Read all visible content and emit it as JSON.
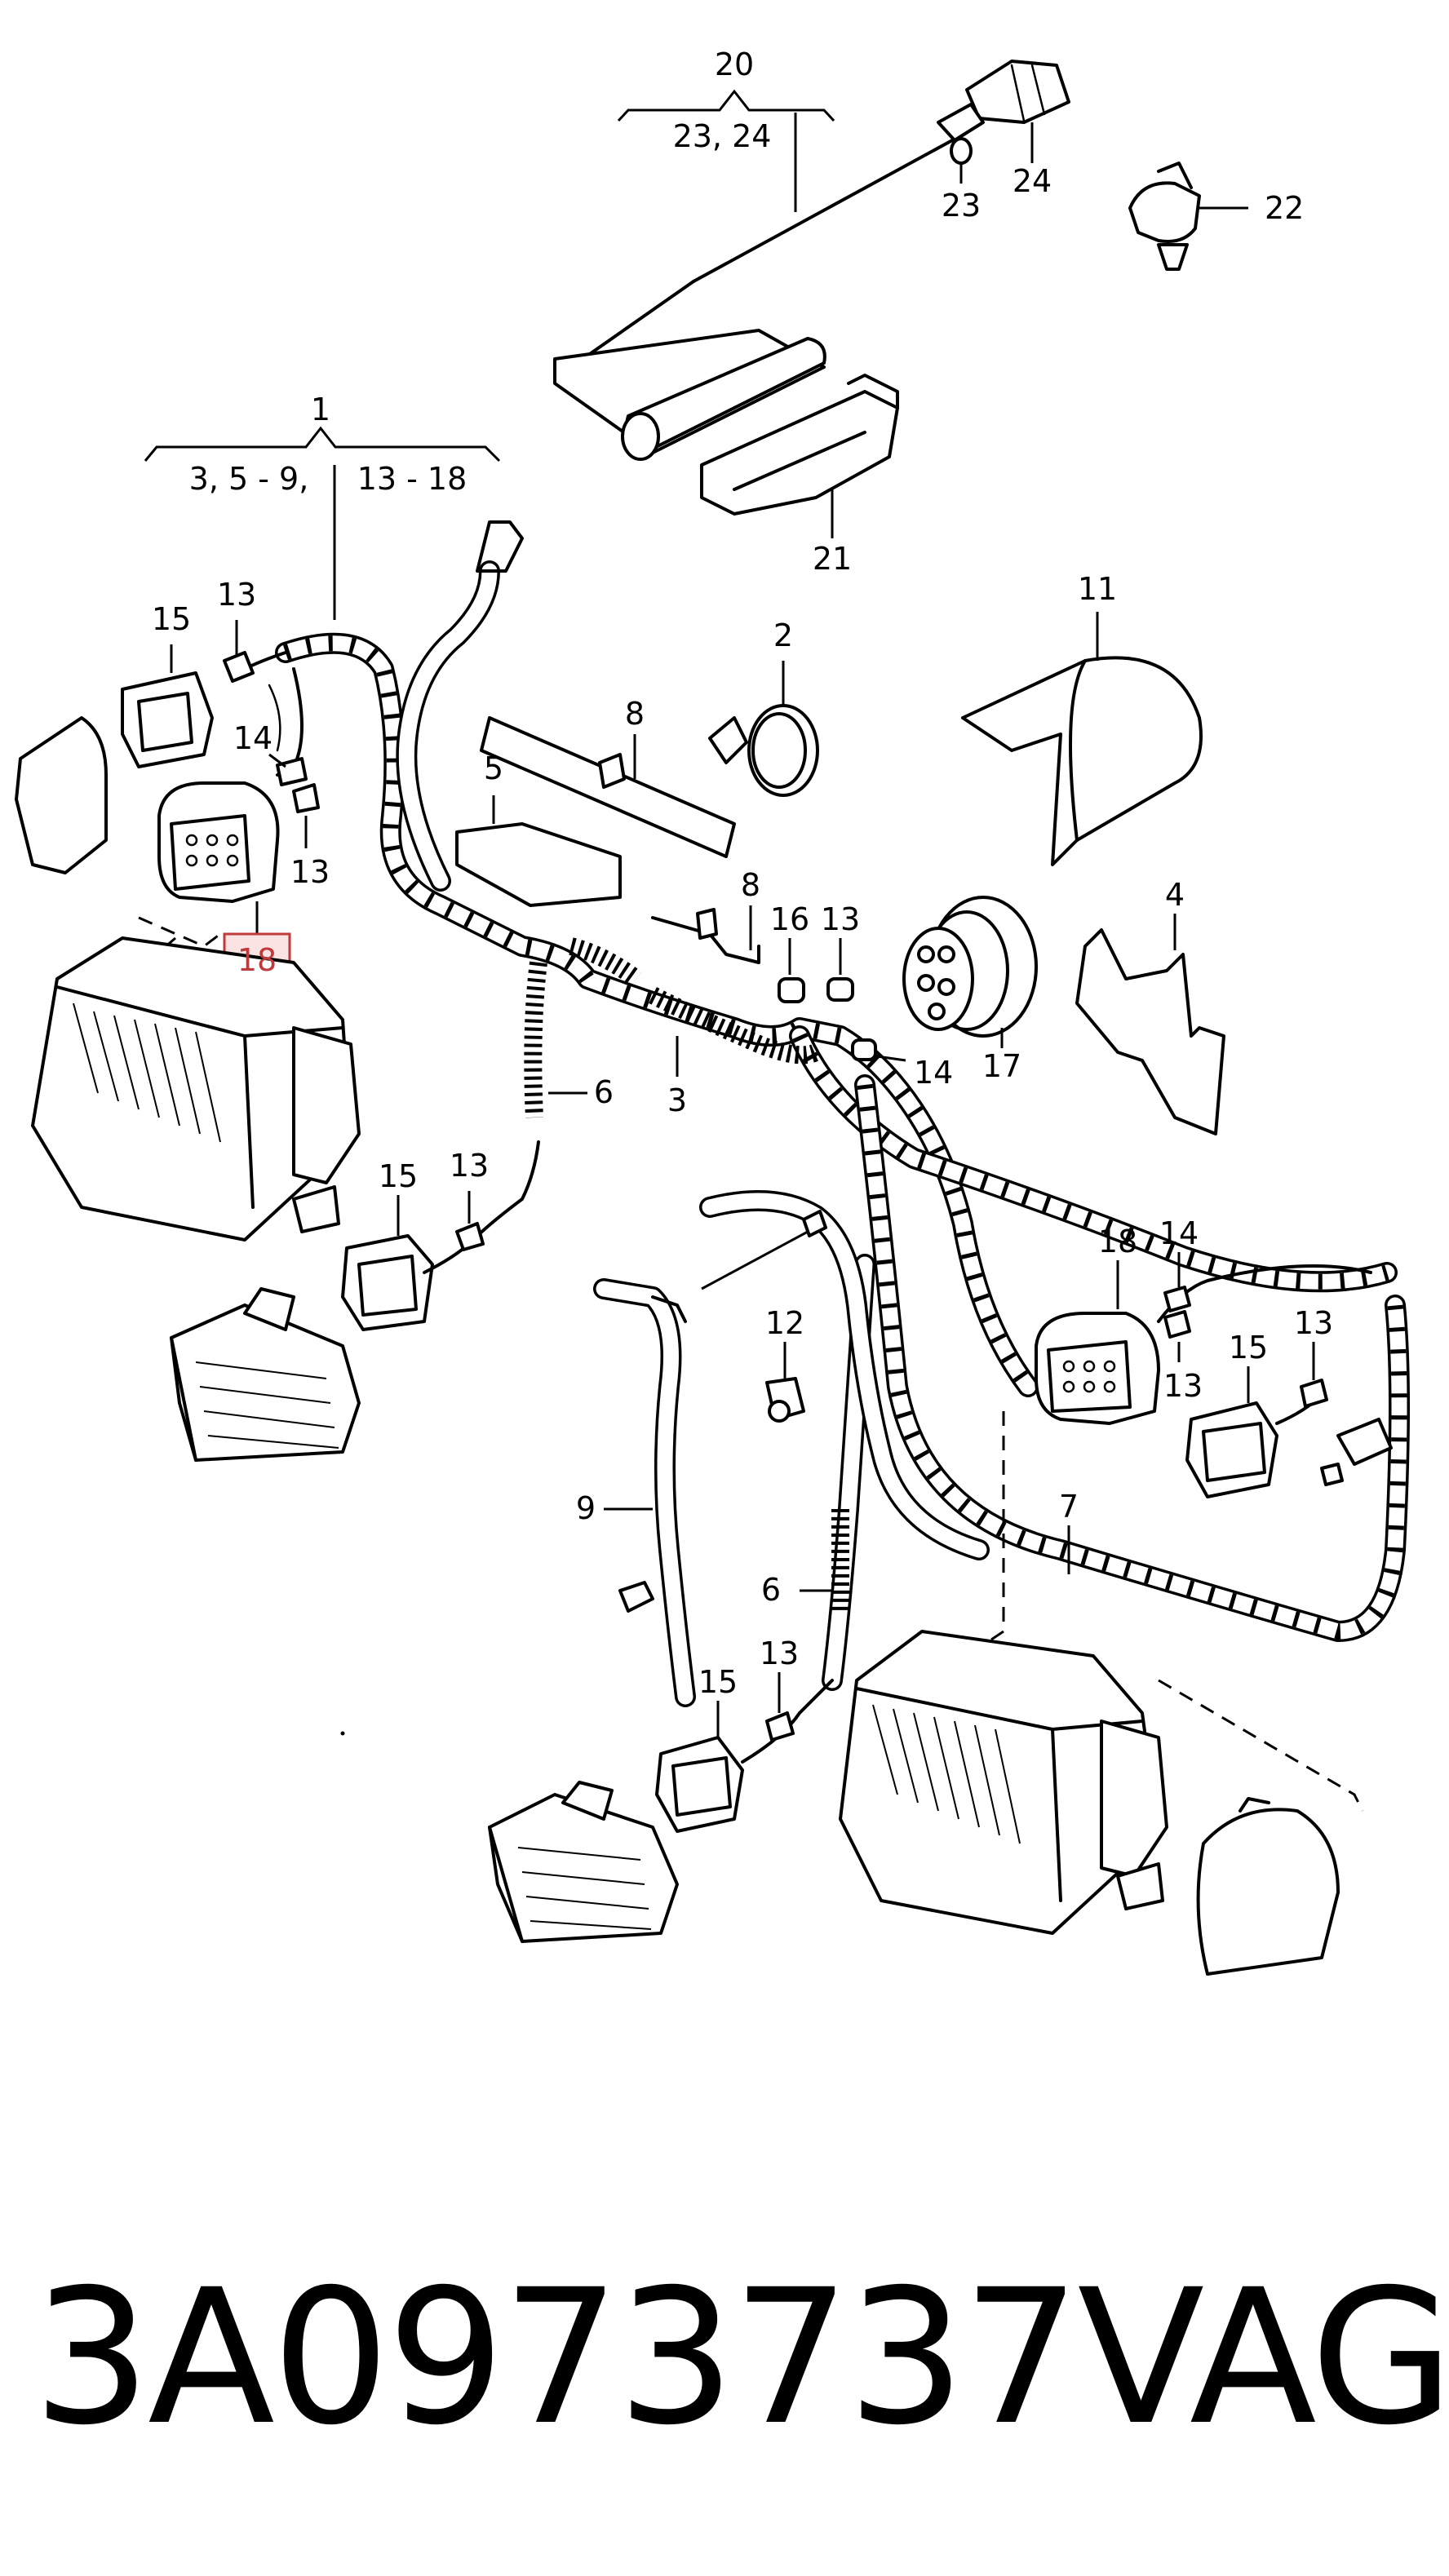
{
  "callouts": {
    "c1": "1",
    "c1_sub_a": "3, 5 - 9,",
    "c1_sub_b": "13 - 18",
    "c2": "2",
    "c3": "3",
    "c4": "4",
    "c5": "5",
    "c6a": "6",
    "c6b": "6",
    "c7": "7",
    "c8a": "8",
    "c8b": "8",
    "c9": "9",
    "c11": "11",
    "c12": "12",
    "c13a": "13",
    "c13b": "13",
    "c13c": "13",
    "c13d": "13",
    "c13e": "13",
    "c13f": "13",
    "c13g": "13",
    "c14a": "14",
    "c14b": "14",
    "c14c": "14",
    "c15a": "15",
    "c15b": "15",
    "c15c": "15",
    "c15d": "15",
    "c16": "16",
    "c17": "17",
    "c18a": "18",
    "c18b": "18",
    "c20": "20",
    "c20_sub": "23, 24",
    "c21": "21",
    "c22": "22",
    "c23": "23",
    "c24": "24"
  },
  "highlight_color": "#c0393b",
  "highlight_fill": "#fbe3e3",
  "caption": {
    "part_number": "3A0973737",
    "brand": "VAG"
  }
}
